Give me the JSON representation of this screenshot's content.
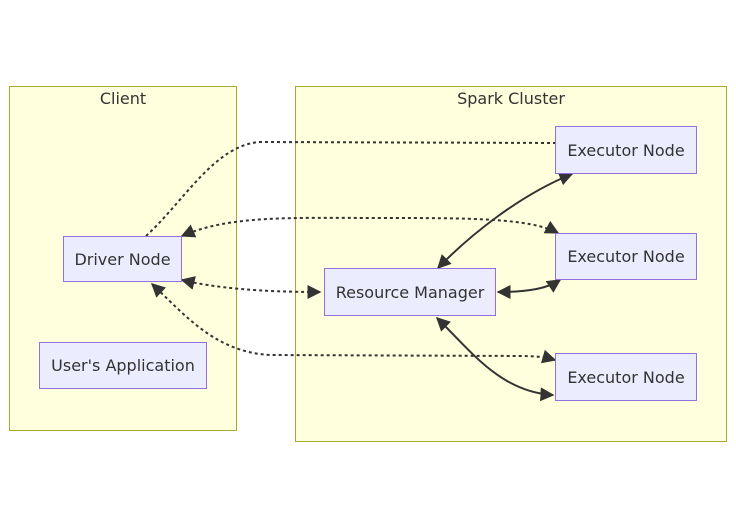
{
  "clusters": {
    "client": {
      "title": "Client"
    },
    "spark": {
      "title": "Spark Cluster"
    }
  },
  "nodes": {
    "driver": "Driver Node",
    "app": "User's Application",
    "rm": "Resource Manager",
    "exec1": "Executor Node",
    "exec2": "Executor Node",
    "exec3": "Executor Node"
  },
  "colors": {
    "cluster_fill": "#ffffde",
    "cluster_border": "#aaaa33",
    "node_fill": "#ececff",
    "node_border": "#9370db",
    "edge": "#333333"
  }
}
